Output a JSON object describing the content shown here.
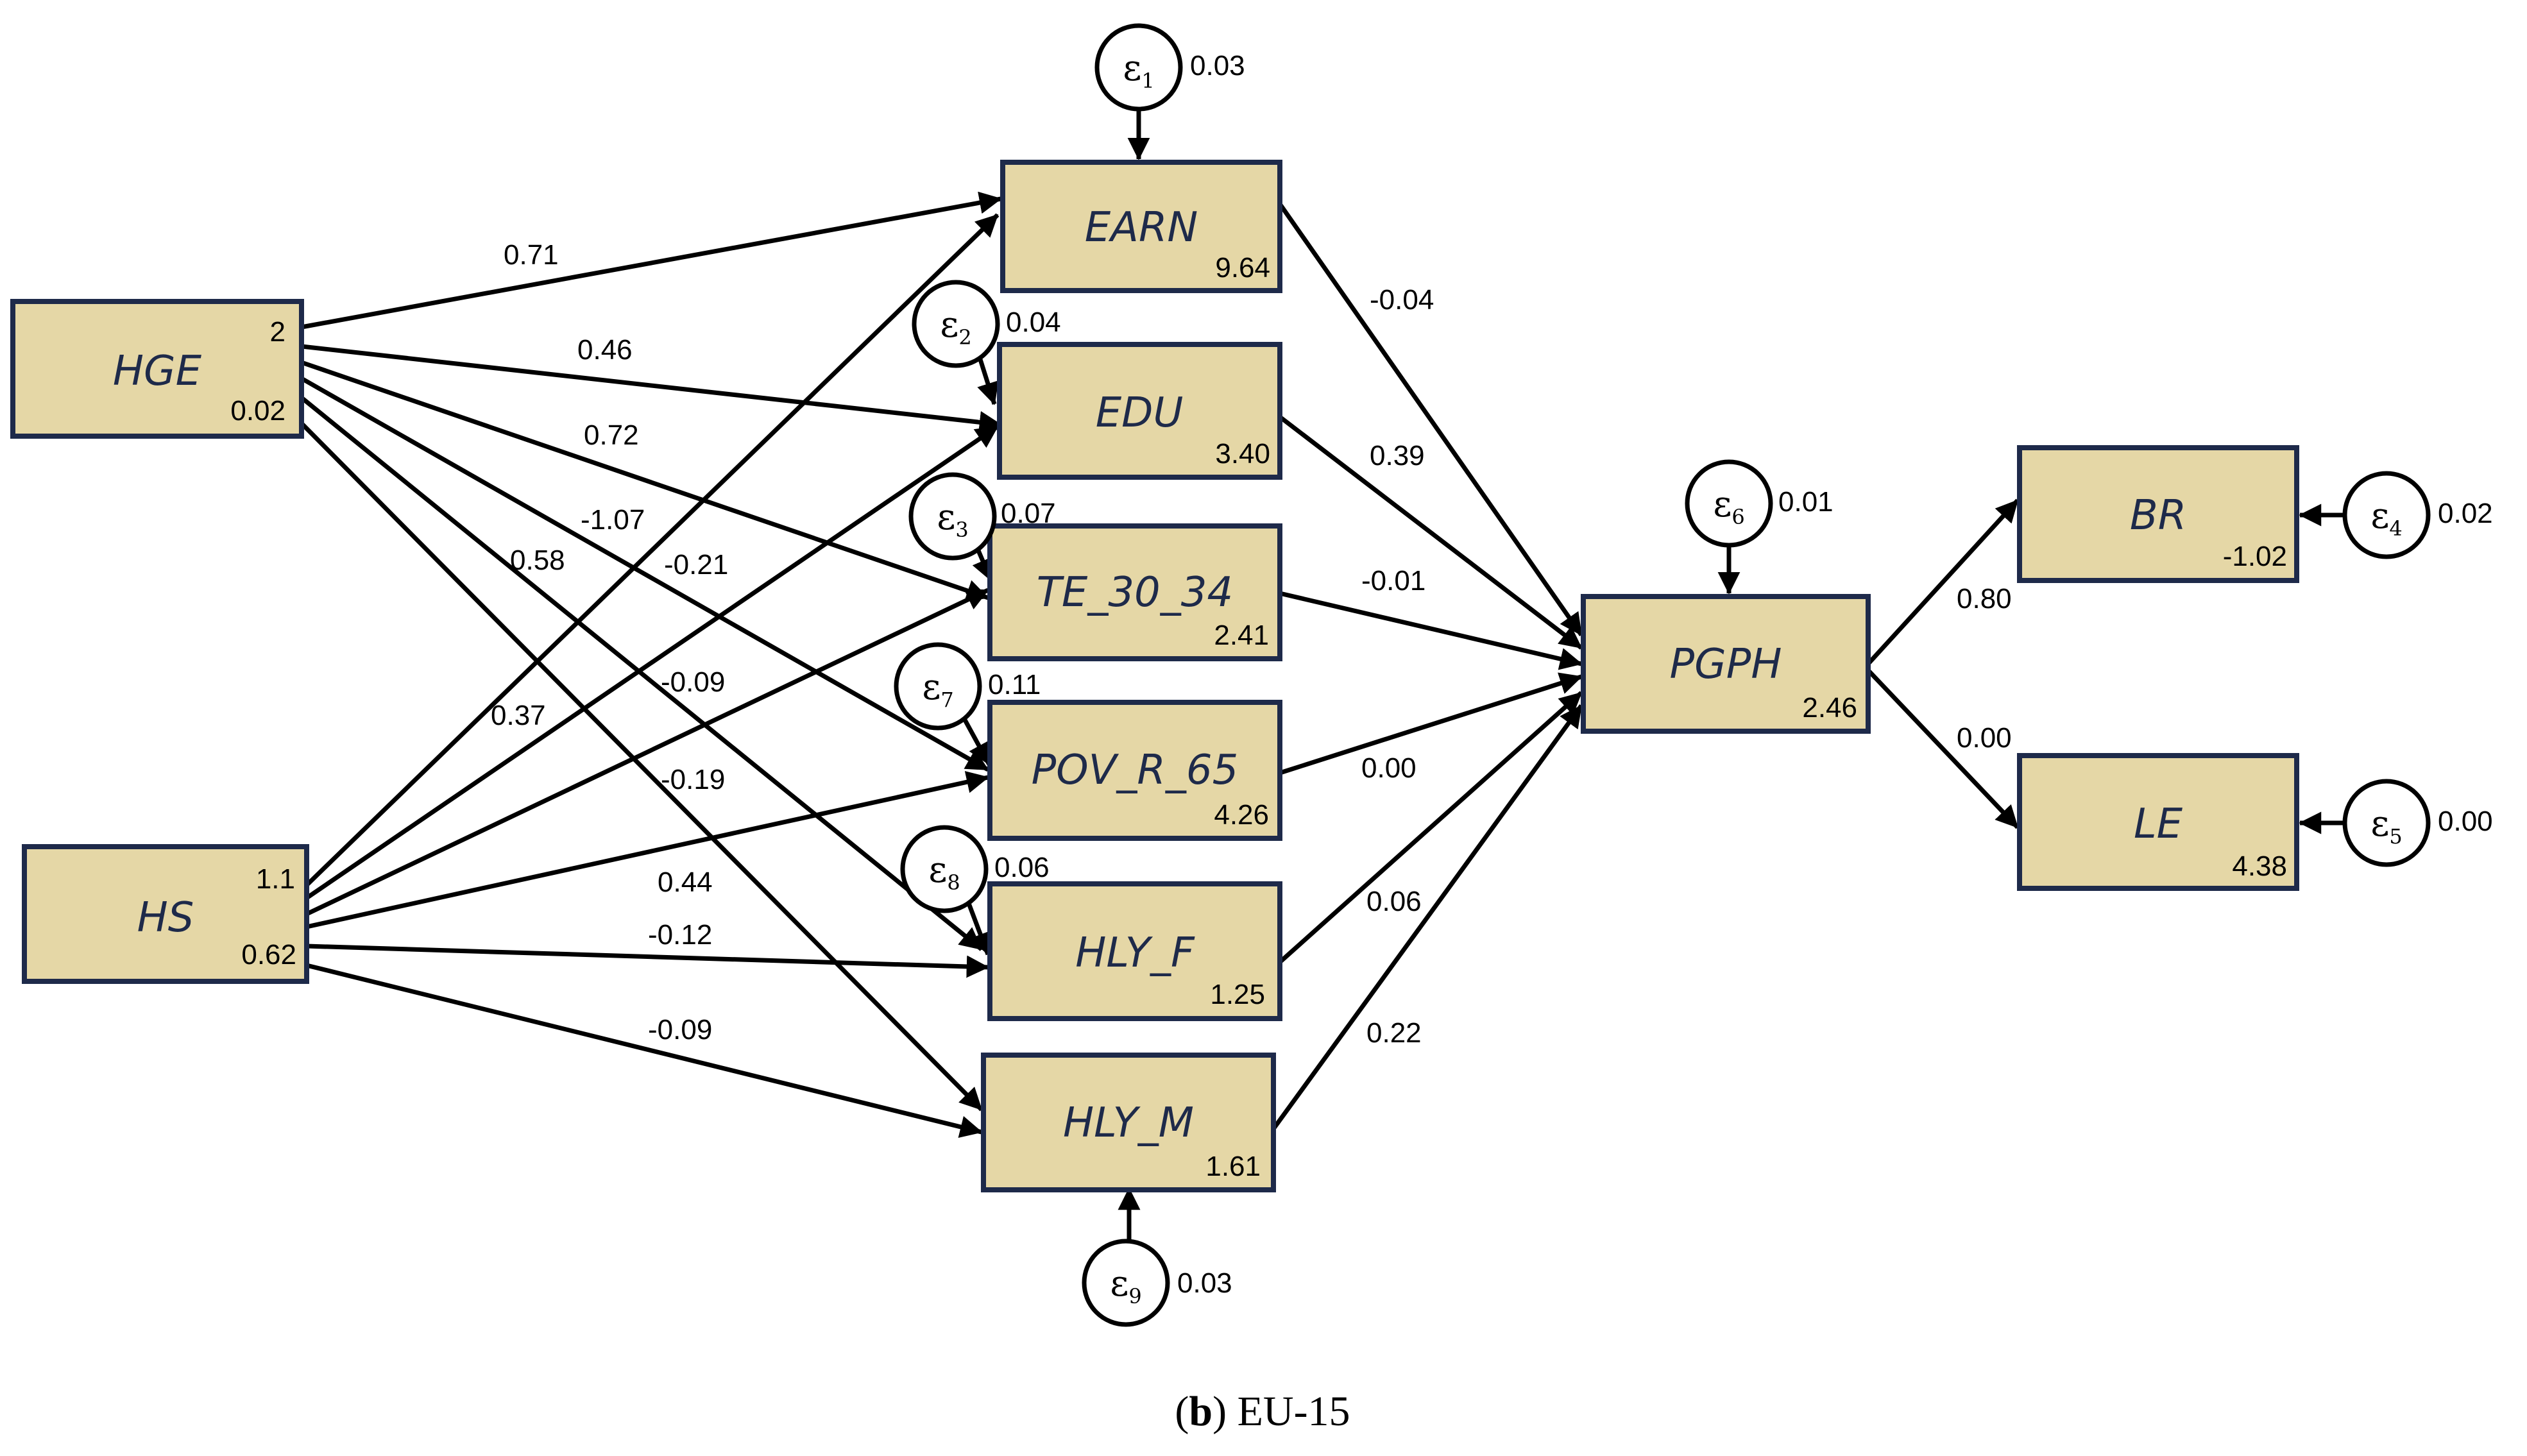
{
  "caption": {
    "letter": "b",
    "text": ") EU-15",
    "open": "("
  },
  "nodes": {
    "HGE": {
      "name": "HGE",
      "intercept": "2",
      "variance": "0.02"
    },
    "HS": {
      "name": "HS",
      "intercept": "1.1",
      "variance": "0.62"
    },
    "EARN": {
      "name": "EARN",
      "value": "9.64"
    },
    "EDU": {
      "name": "EDU",
      "value": "3.40"
    },
    "TE": {
      "name": "TE_30_34",
      "value": "2.41"
    },
    "POV": {
      "name": "POV_R_65",
      "value": "4.26"
    },
    "HLYF": {
      "name": "HLY_F",
      "value": "1.25"
    },
    "HLYM": {
      "name": "HLY_M",
      "value": "1.61"
    },
    "PGPH": {
      "name": "PGPH",
      "value": "2.46"
    },
    "BR": {
      "name": "BR",
      "value": "-1.02"
    },
    "LE": {
      "name": "LE",
      "value": "4.38"
    }
  },
  "errors": {
    "e1": {
      "symbol": "ε",
      "sub": "1",
      "value": "0.03"
    },
    "e2": {
      "symbol": "ε",
      "sub": "2",
      "value": "0.04"
    },
    "e3": {
      "symbol": "ε",
      "sub": "3",
      "value": "0.07"
    },
    "e4": {
      "symbol": "ε",
      "sub": "4",
      "value": "0.02"
    },
    "e5": {
      "symbol": "ε",
      "sub": "5",
      "value": "0.00"
    },
    "e6": {
      "symbol": "ε",
      "sub": "6",
      "value": "0.01"
    },
    "e7": {
      "symbol": "ε",
      "sub": "7",
      "value": "0.11"
    },
    "e8": {
      "symbol": "ε",
      "sub": "8",
      "value": "0.06"
    },
    "e9": {
      "symbol": "ε",
      "sub": "9",
      "value": "0.03"
    }
  },
  "paths": {
    "HGE_EARN": "0.71",
    "HGE_EDU": "0.46",
    "HGE_TE": "0.72",
    "HGE_POV": "-1.07",
    "HGE_HLYF": "0.58",
    "HGE_HLYM": "-0.21",
    "HS_EARN": "0.37",
    "HS_EDU": "-0.09",
    "HS_TE": "-0.19",
    "HS_POV": "0.44",
    "HS_HLYF": "-0.12",
    "HS_HLYM": "-0.09",
    "EARN_PGPH": "-0.04",
    "EDU_PGPH": "0.39",
    "TE_PGPH": "-0.01",
    "POV_PGPH": "0.00",
    "HLYF_PGPH": "0.06",
    "HLYM_PGPH": "0.22",
    "PGPH_BR": "0.80",
    "PGPH_LE": "0.00"
  }
}
